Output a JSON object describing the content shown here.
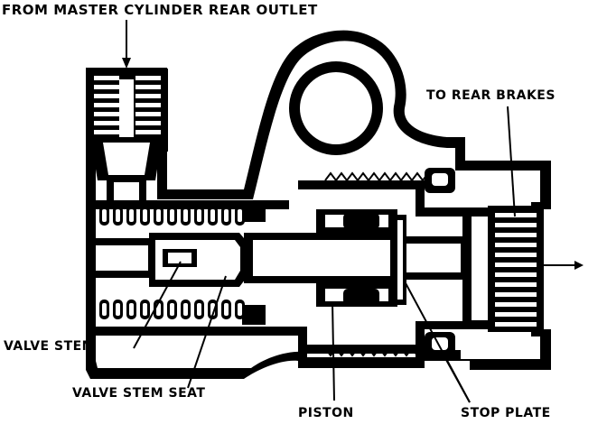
{
  "labels": {
    "inlet": "FROM MASTER CYLINDER REAR OUTLET",
    "outlet": "TO REAR BRAKES",
    "valve_stem": "VALVE STEM",
    "valve_stem_seat": "VALVE STEM SEAT",
    "piston": "PISTON",
    "stop_plate": "STOP PLATE"
  }
}
